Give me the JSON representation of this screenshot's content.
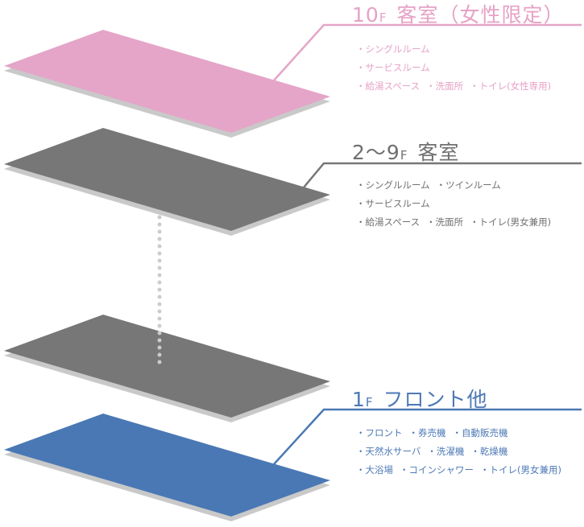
{
  "colors": {
    "pink": "#e4a5c8",
    "gray": "#777777",
    "blue": "#4a78b4",
    "shadow": "#c9c9c9",
    "dots": "#cccccc",
    "pink_text": "#e6a2c6",
    "gray_text": "#707070",
    "blue_text": "#4d79b5"
  },
  "floors": {
    "f10": {
      "num": "10",
      "unit": "F",
      "name": "客室（女性限定）",
      "lines": [
        [
          "・シングルルーム"
        ],
        [
          "・サービスルーム"
        ],
        [
          "・給湯スペース",
          "・洗面所",
          "・トイレ(女性専用)"
        ]
      ]
    },
    "f2_9": {
      "num": "2〜9",
      "unit": "F",
      "name": "客室",
      "lines": [
        [
          "・シングルルーム",
          "・ツインルーム"
        ],
        [
          "・サービスルーム"
        ],
        [
          "・給湯スペース",
          "・洗面所",
          "・トイレ(男女兼用)"
        ]
      ]
    },
    "f1": {
      "num": "1",
      "unit": "F",
      "name": "フロント他",
      "lines": [
        [
          "・フロント",
          "・券売機",
          "・自動販売機"
        ],
        [
          "・天然水サーバ",
          "・洗濯機",
          "・乾燥機"
        ],
        [
          "・大浴場",
          "・コインシャワー",
          "・トイレ(男女兼用)"
        ]
      ]
    }
  }
}
